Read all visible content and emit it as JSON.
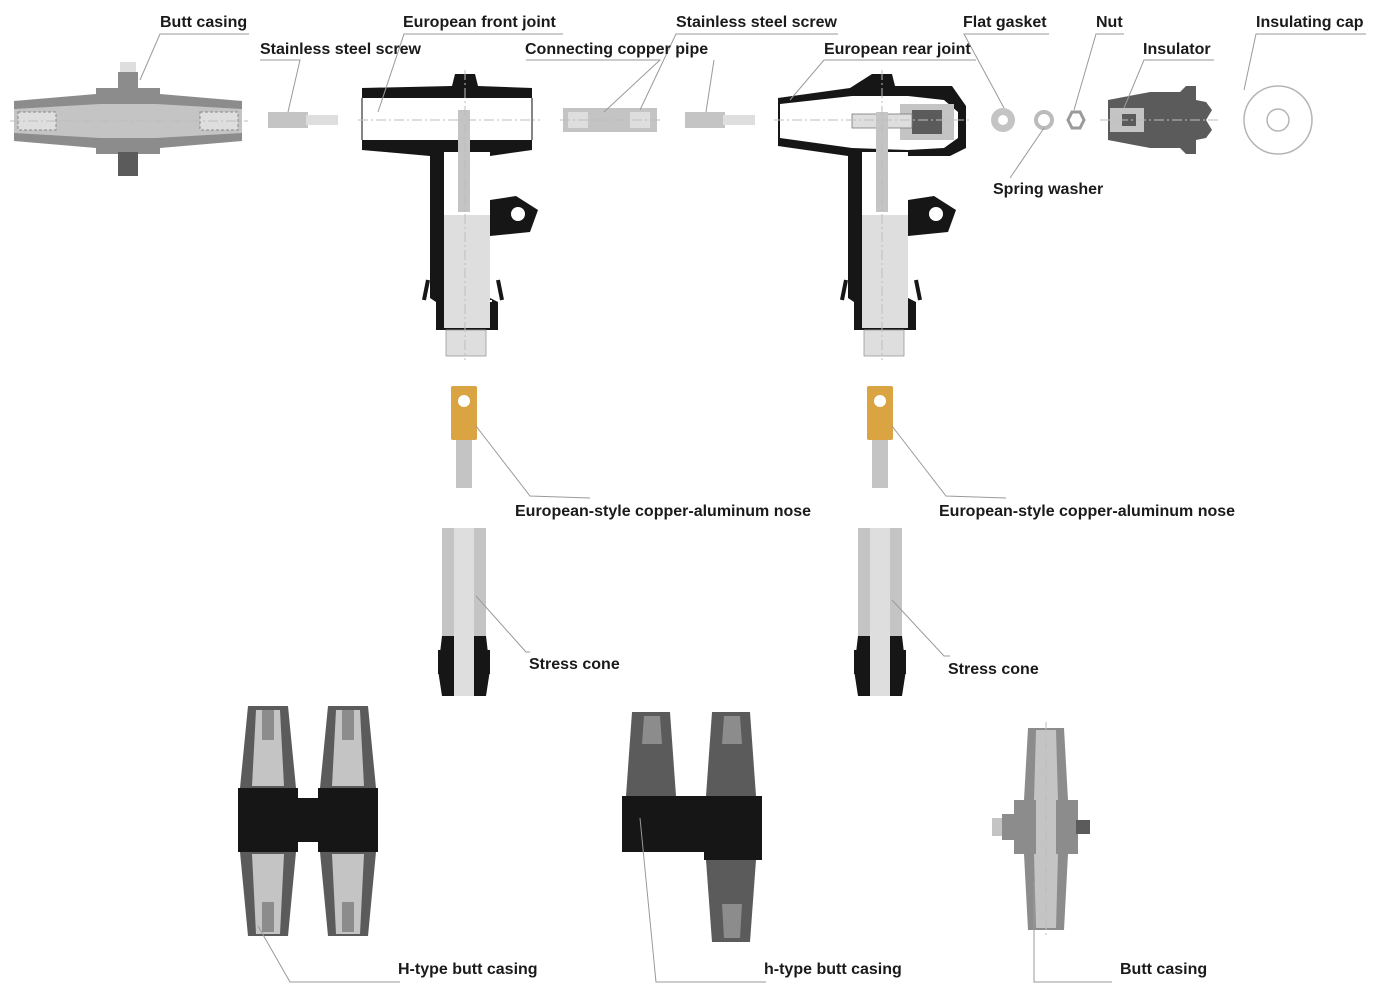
{
  "labels": {
    "butt_casing_top": "Butt casing",
    "stainless_screw_1": "Stainless steel screw",
    "european_front_joint": "European front joint",
    "connecting_copper_pipe": "Connecting copper pipe",
    "stainless_screw_2": "Stainless steel screw",
    "european_rear_joint": "European rear joint",
    "flat_gasket": "Flat gasket",
    "nut": "Nut",
    "insulator": "Insulator",
    "insulating_cap": "Insulating cap",
    "spring_washer": "Spring washer",
    "nose_left": "European-style copper-aluminum nose",
    "nose_right": "European-style copper-aluminum nose",
    "stress_cone_left": "Stress cone",
    "stress_cone_right": "Stress cone",
    "h_type_upper": "H-type butt casing",
    "h_type_lower": "h-type butt casing",
    "butt_casing_bottom": "Butt casing"
  },
  "colors": {
    "black_rubber": "#161616",
    "dark_grey": "#5b5b5b",
    "light_grey": "#c4c4c4",
    "copper_lug": "#d9a441",
    "leader_line": "#9a9a9a"
  }
}
